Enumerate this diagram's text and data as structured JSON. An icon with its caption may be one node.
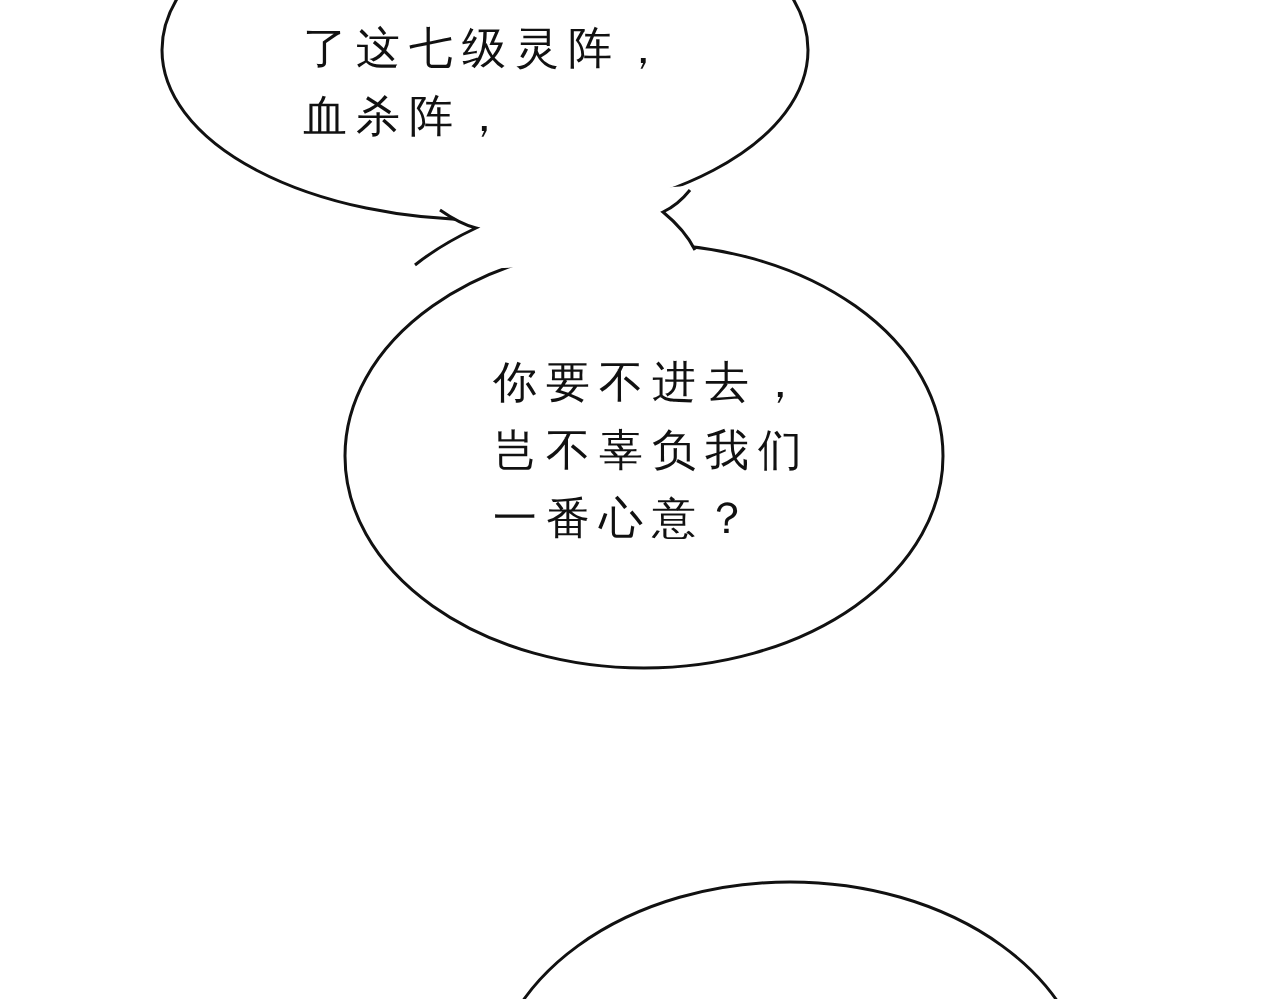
{
  "diagram": {
    "nodes": [
      {
        "text": [
          "了这七级灵阵，血杀阵，"
        ]
      },
      {
        "text": [
          "你要不进去，岂不辜负我们一番心意？"
        ]
      },
      {
        "text": [],
        "shape": "circle"
      }
    ]
  }
}
